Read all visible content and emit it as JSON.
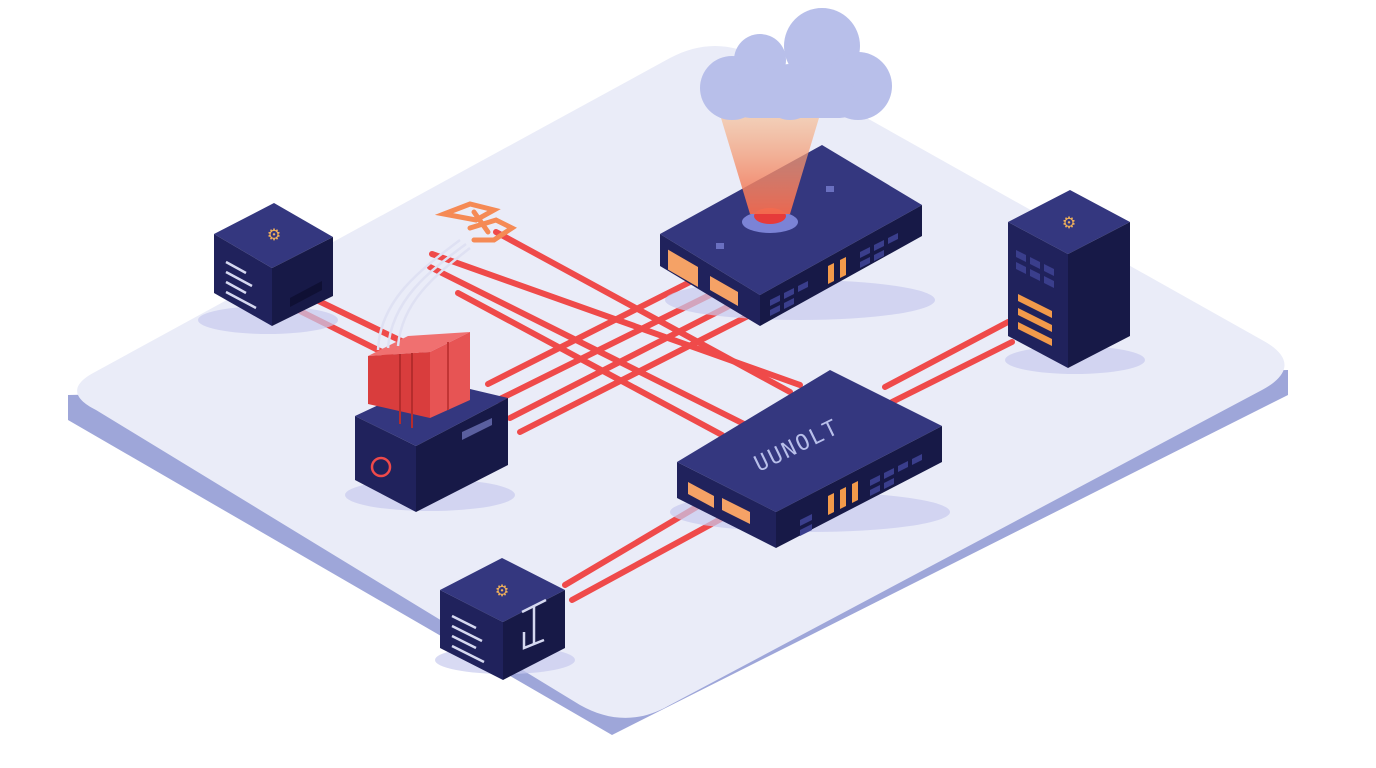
{
  "diagram": {
    "router_label": "UUNOLT",
    "colors": {
      "platform_top": "#eaecf8",
      "platform_side": "#9ea6d9",
      "device_top": "#34377f",
      "device_front": "#20225c",
      "device_side": "#171947",
      "cable": "#ef4a4a",
      "port_glow": "#f5a266",
      "cloud": "#b8bfea",
      "beam": "#f5a37a",
      "accent": "#f0b05a"
    },
    "nodes": [
      {
        "id": "server-top-left",
        "kind": "server",
        "icon": "gear-icon"
      },
      {
        "id": "firewall",
        "kind": "firewall",
        "icon": "power-icon"
      },
      {
        "id": "cloud-gateway",
        "kind": "switch",
        "icon": "cloud-icon"
      },
      {
        "id": "router",
        "kind": "router",
        "icon": "router-icon"
      },
      {
        "id": "server-tower-right",
        "kind": "server",
        "icon": "gear-icon"
      },
      {
        "id": "server-bottom-left",
        "kind": "server",
        "icon": "gear-icon"
      }
    ]
  }
}
